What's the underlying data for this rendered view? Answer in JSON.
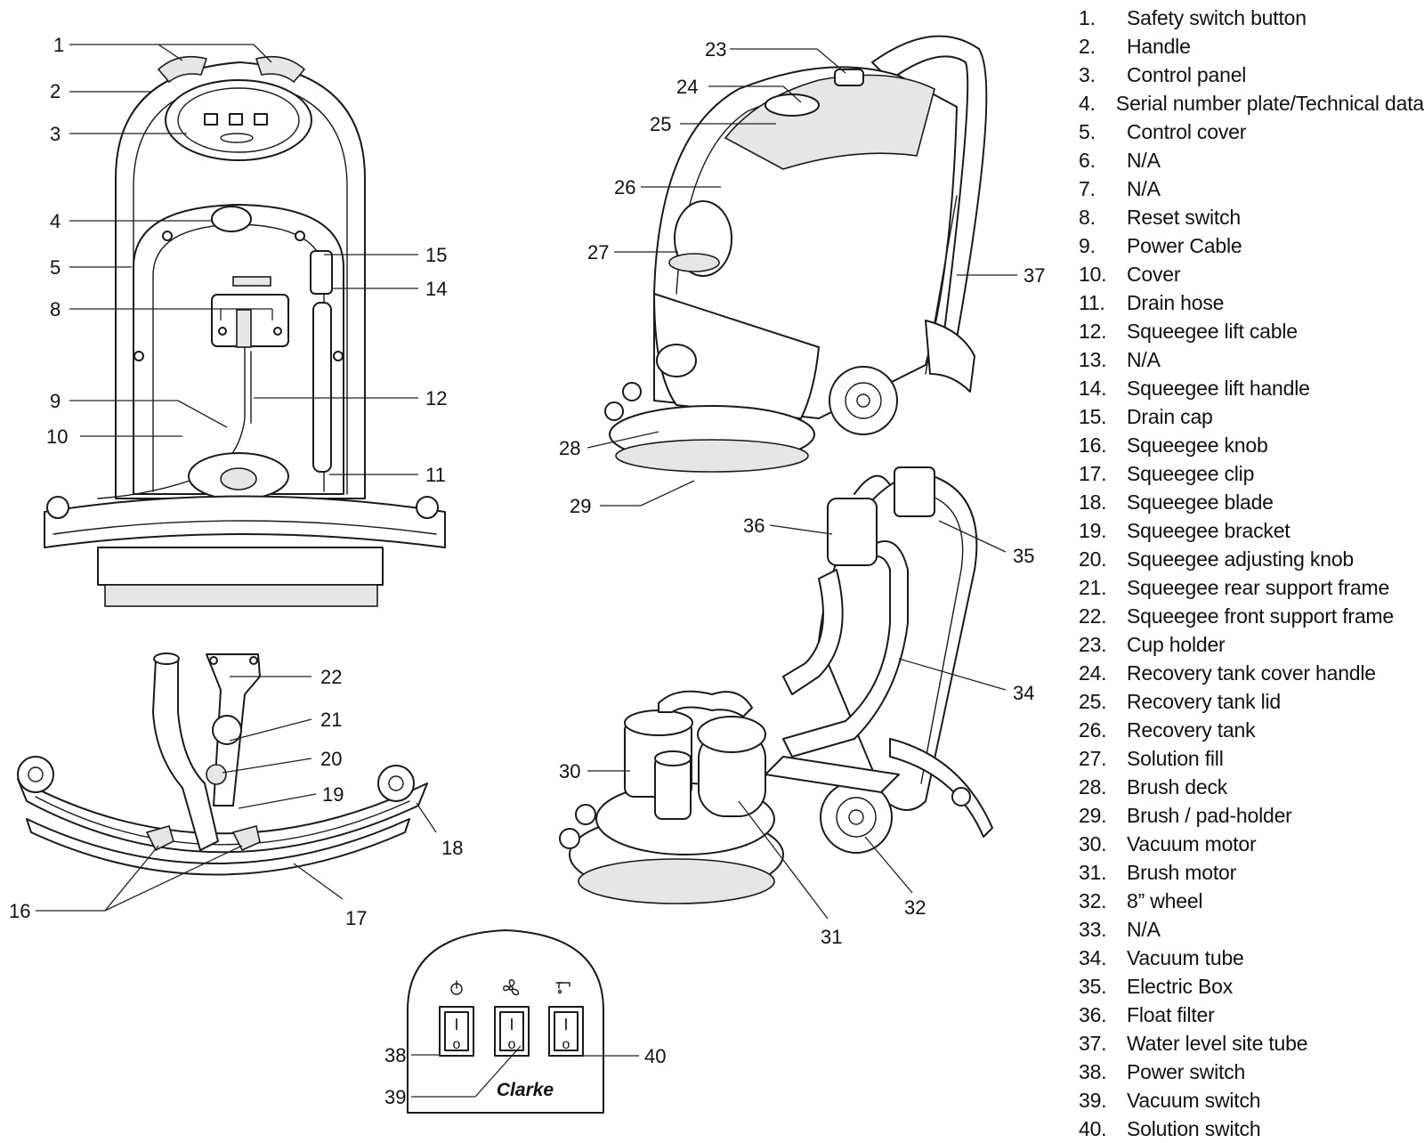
{
  "legend": [
    {
      "num": "1.",
      "text": "Safety switch button"
    },
    {
      "num": "2.",
      "text": "Handle"
    },
    {
      "num": "3.",
      "text": "Control panel"
    },
    {
      "num": "4.",
      "text": "Serial number plate/Technical data"
    },
    {
      "num": "5.",
      "text": "Control cover"
    },
    {
      "num": "6.",
      "text": "N/A"
    },
    {
      "num": "7.",
      "text": "N/A"
    },
    {
      "num": "8.",
      "text": "Reset switch"
    },
    {
      "num": "9.",
      "text": "Power Cable"
    },
    {
      "num": "10.",
      "text": "Cover"
    },
    {
      "num": "11.",
      "text": "Drain hose"
    },
    {
      "num": "12.",
      "text": "Squeegee lift cable"
    },
    {
      "num": "13.",
      "text": "N/A"
    },
    {
      "num": "14.",
      "text": "Squeegee lift handle"
    },
    {
      "num": "15.",
      "text": "Drain cap"
    },
    {
      "num": "16.",
      "text": "Squeegee knob"
    },
    {
      "num": "17.",
      "text": "Squeegee clip"
    },
    {
      "num": "18.",
      "text": "Squeegee blade"
    },
    {
      "num": "19.",
      "text": "Squeegee bracket"
    },
    {
      "num": "20.",
      "text": "Squeegee adjusting knob"
    },
    {
      "num": "21.",
      "text": "Squeegee rear support frame"
    },
    {
      "num": "22.",
      "text": "Squeegee front support frame"
    },
    {
      "num": "23.",
      "text": "Cup holder"
    },
    {
      "num": "24.",
      "text": "Recovery tank cover handle"
    },
    {
      "num": "25.",
      "text": "Recovery tank lid"
    },
    {
      "num": "26.",
      "text": "Recovery tank"
    },
    {
      "num": "27.",
      "text": "Solution fill"
    },
    {
      "num": "28.",
      "text": "Brush deck"
    },
    {
      "num": "29.",
      "text": "Brush / pad-holder"
    },
    {
      "num": "30.",
      "text": "Vacuum motor"
    },
    {
      "num": "31.",
      "text": "Brush motor"
    },
    {
      "num": "32.",
      "text": "8” wheel"
    },
    {
      "num": "33.",
      "text": "N/A"
    },
    {
      "num": "34.",
      "text": "Vacuum tube"
    },
    {
      "num": "35.",
      "text": "Electric Box"
    },
    {
      "num": "36.",
      "text": "Float filter"
    },
    {
      "num": "37.",
      "text": "Water level site tube"
    },
    {
      "num": "38.",
      "text": "Power switch"
    },
    {
      "num": "39.",
      "text": "Vacuum switch"
    },
    {
      "num": "40.",
      "text": "Solution switch"
    }
  ],
  "callouts": [
    "1",
    "2",
    "3",
    "4",
    "5",
    "8",
    "9",
    "10",
    "11",
    "12",
    "14",
    "15",
    "16",
    "17",
    "18",
    "19",
    "20",
    "21",
    "22",
    "23",
    "24",
    "25",
    "26",
    "27",
    "28",
    "29",
    "30",
    "31",
    "32",
    "34",
    "35",
    "36",
    "37",
    "38",
    "39",
    "40"
  ],
  "panel": {
    "brand": "Clarke",
    "switch_on_mark": "I",
    "switch_off_mark": "o"
  },
  "icons": [
    "power-icon",
    "fan-icon",
    "solution-tap-icon"
  ]
}
